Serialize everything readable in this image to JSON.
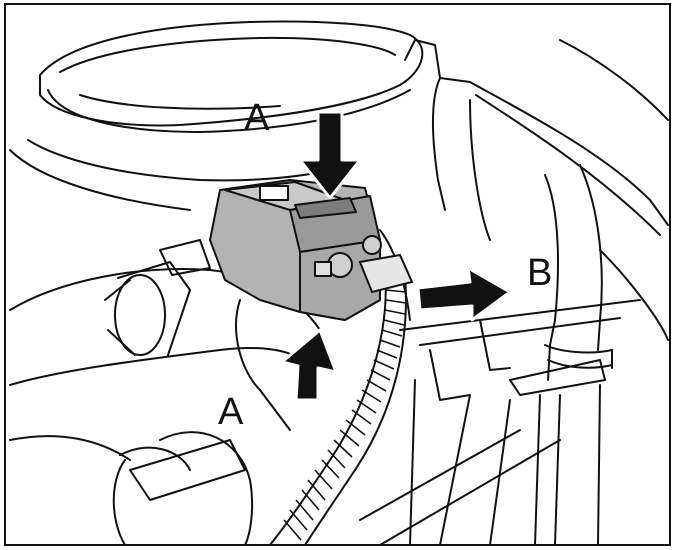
{
  "figure": {
    "callout_a_top": "A",
    "callout_a_bottom": "A",
    "callout_b": "B"
  },
  "colors": {
    "line": "#111111",
    "connector_fill": "#b3b3b3",
    "connector_dark": "#7d7d7d",
    "arrow_fill": "#111111",
    "background": "#ffffff"
  },
  "icons": {
    "press_arrow_down": "arrow-down-icon",
    "press_arrow_up": "arrow-up-icon",
    "pull_arrow_right": "arrow-right-icon"
  }
}
